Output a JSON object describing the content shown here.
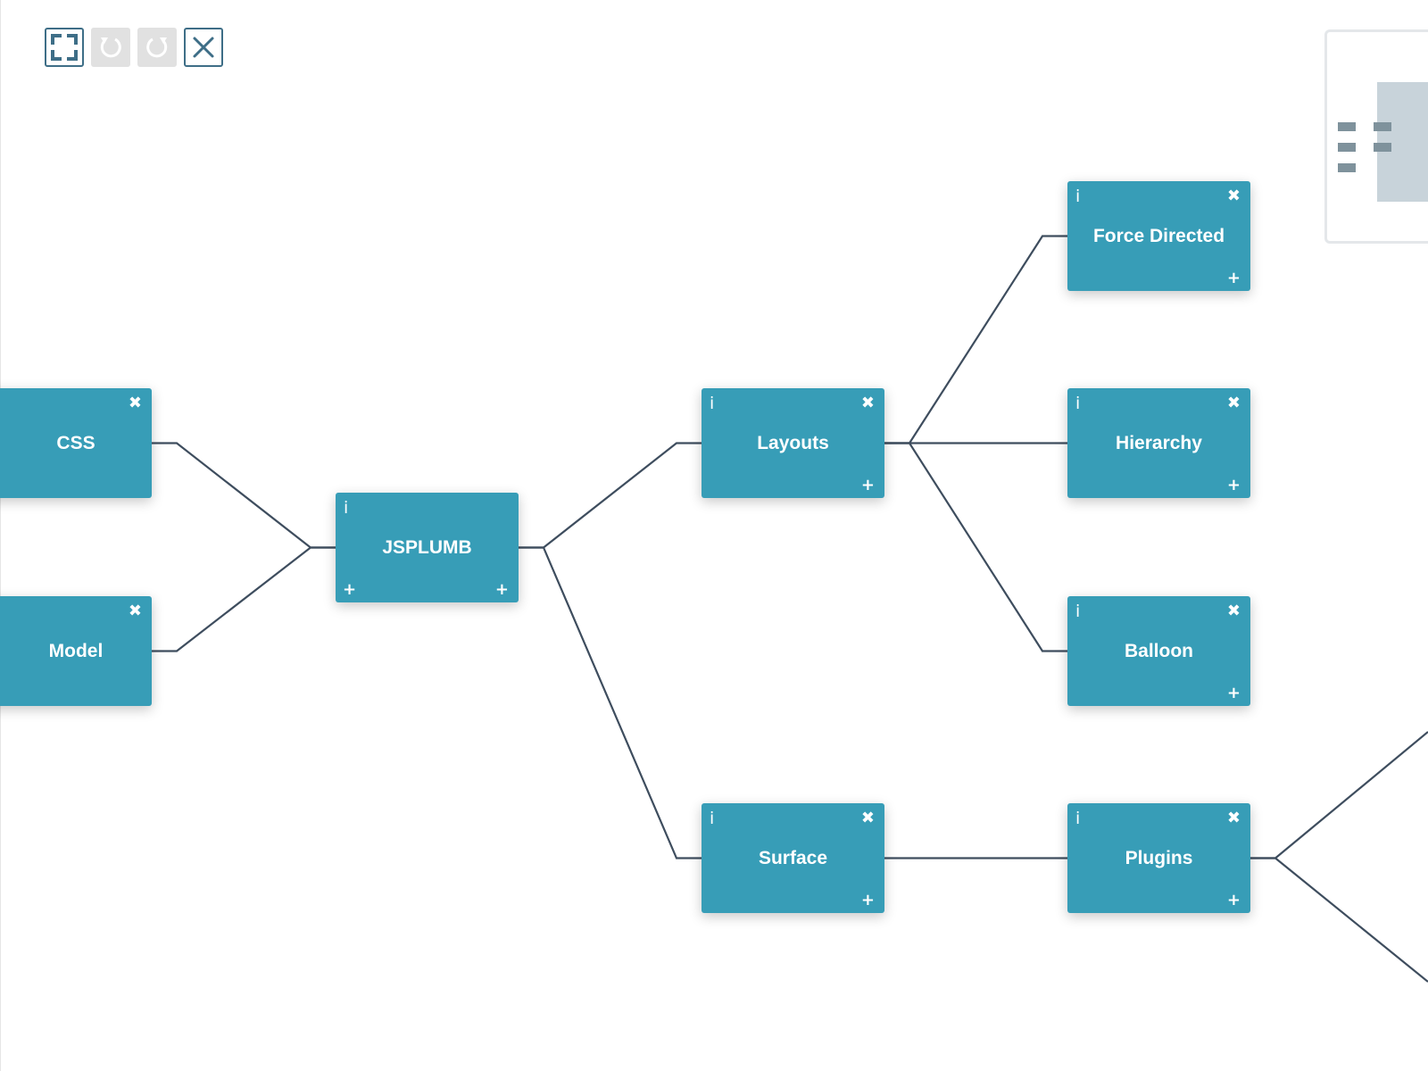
{
  "toolbar": {
    "zoom_to_fit": {
      "icon": "fullscreen-icon",
      "enabled": true
    },
    "undo": {
      "icon": "undo-icon",
      "glyph": "↺",
      "enabled": false
    },
    "redo": {
      "icon": "redo-icon",
      "glyph": "↻",
      "enabled": false
    },
    "clear": {
      "icon": "close-icon",
      "glyph": "✕",
      "enabled": true
    }
  },
  "colors": {
    "node_fill": "#379db7",
    "node_text": "#ffffff",
    "edge": "#3e4d5e",
    "toolbar_outline": "#3e6e87",
    "toolbar_disabled": "#e1e1e1",
    "miniview_border": "#e4e7ea",
    "miniview_panel": "#c8d3da",
    "miniview_block": "#7f929c"
  },
  "node_glyphs": {
    "info": "i",
    "close": "✖",
    "add": "+"
  },
  "nodes": {
    "css": {
      "label": "CSS"
    },
    "model": {
      "label": "Model"
    },
    "jsplumb": {
      "label": "JSPLUMB"
    },
    "layouts": {
      "label": "Layouts"
    },
    "surface": {
      "label": "Surface"
    },
    "force_directed": {
      "label": "Force Directed"
    },
    "hierarchy": {
      "label": "Hierarchy"
    },
    "balloon": {
      "label": "Balloon"
    },
    "plugins": {
      "label": "Plugins"
    }
  },
  "edges": [
    {
      "from": "css",
      "to": "jsplumb"
    },
    {
      "from": "model",
      "to": "jsplumb"
    },
    {
      "from": "jsplumb",
      "to": "layouts"
    },
    {
      "from": "jsplumb",
      "to": "surface"
    },
    {
      "from": "layouts",
      "to": "force_directed"
    },
    {
      "from": "layouts",
      "to": "hierarchy"
    },
    {
      "from": "layouts",
      "to": "balloon"
    },
    {
      "from": "surface",
      "to": "plugins"
    }
  ]
}
